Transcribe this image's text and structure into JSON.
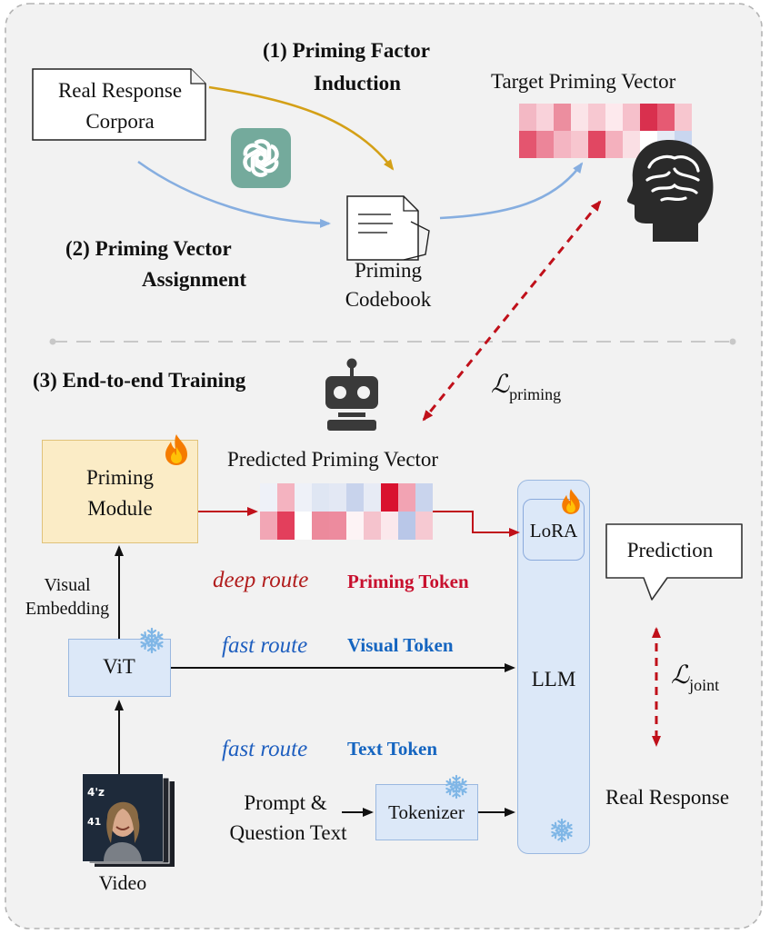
{
  "stage1": {
    "label_line1": "(1) Priming Factor",
    "label_line2": "Induction"
  },
  "stage2": {
    "label_line1": "(2) Priming Vector",
    "label_line2": "Assignment"
  },
  "stage3": {
    "label": "(3) End-to-end Training"
  },
  "corpus": {
    "line1": "Real Response",
    "line2": "Corpora"
  },
  "codebook": {
    "line1": "Priming",
    "line2": "Codebook"
  },
  "target_vector": {
    "label": "Target Priming Vector",
    "cells": [
      [
        "#f3b8c4",
        "#f9d2da",
        "#ec8e9f",
        "#fbe4e8",
        "#f7c8d1",
        "#fde9ed",
        "#f6c0cb",
        "#d9304e",
        "#e65a73",
        "#f7c6cf"
      ],
      [
        "#e4556f",
        "#ec8599",
        "#f4b5c2",
        "#f7c6cf",
        "#e14762",
        "#f4b0bd",
        "#fadfe4",
        "#ffffff",
        "#e6ebf5",
        "#c9d6ef"
      ]
    ]
  },
  "loss_priming": {
    "symbol": "ℒ",
    "sub": "priming"
  },
  "priming_module": {
    "line1": "Priming",
    "line2": "Module"
  },
  "predicted_vector": {
    "label": "Predicted Priming Vector",
    "cells": [
      [
        "#eef1f8",
        "#f4b3c0",
        "#eef1f8",
        "#dfe6f3",
        "#e3e8f4",
        "#c8d3ec",
        "#e7ebf5",
        "#d9122f",
        "#f2a3b3",
        "#c9d4ed"
      ],
      [
        "#f2a6b5",
        "#e33f5c",
        "#ffffff",
        "#ec8a9c",
        "#ed8b9e",
        "#fdf3f5",
        "#f5c3cd",
        "#fbe8ec",
        "#b9c7e8",
        "#f6c9d2"
      ]
    ]
  },
  "lora": {
    "label": "LoRA"
  },
  "llm": {
    "label": "LLM"
  },
  "prediction": {
    "label": "Prediction"
  },
  "loss_joint": {
    "symbol": "ℒ",
    "sub": "joint"
  },
  "real_response": {
    "label": "Real Response"
  },
  "visual_embedding": {
    "line1": "Visual",
    "line2": "Embedding"
  },
  "vit": {
    "label": "ViT"
  },
  "routes": {
    "deep": {
      "route": "deep route",
      "token": "Priming Token"
    },
    "fast_visual": {
      "route": "fast route",
      "token": "Visual Token"
    },
    "fast_text": {
      "route": "fast route",
      "token": "Text Token"
    }
  },
  "prompt": {
    "line1": "Prompt &",
    "line2": "Question Text"
  },
  "tokenizer": {
    "label": "Tokenizer"
  },
  "video": {
    "label": "Video"
  },
  "colors": {
    "deep_red": "#b11d1d",
    "token_red": "#c8102e",
    "route_blue": "#1f5fbf",
    "token_blue": "#1565c0",
    "arrow_gold": "#d4a017",
    "arrow_blue": "#86aee0",
    "loss_red": "#c0101a",
    "module_fill": "#fbecc6",
    "llm_fill": "#dce8f8",
    "openai_green": "#74aa9c"
  },
  "icons": [
    "openai-logo-icon",
    "brain-head-icon",
    "robot-icon",
    "fire-icon",
    "snowflake-icon",
    "document-icon",
    "speech-bubble-icon"
  ]
}
